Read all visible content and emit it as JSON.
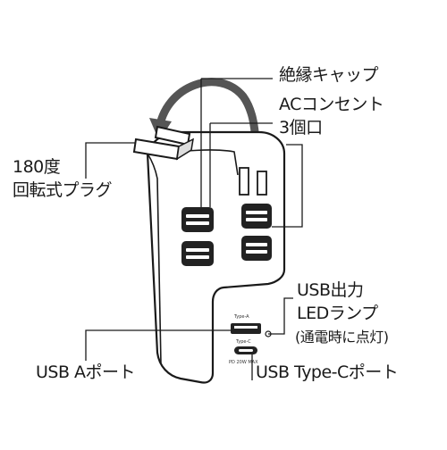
{
  "labels": {
    "cap": "絶縁キャップ",
    "ac_line1": "ACコンセント",
    "ac_line2": "3個口",
    "plug_line1": "180度",
    "plug_line2": "回転式プラグ",
    "usb_out": "USB出力",
    "led_lamp": "LEDランプ",
    "led_note": "(通電時に点灯)",
    "usb_a": "USB Aポート",
    "usb_c": "USB Type-Cポート"
  },
  "device_marks": {
    "type_a": "Type-A",
    "type_c": "Type-C",
    "pd": "PD 20W MAX"
  },
  "colors": {
    "line": "#1a1a1a",
    "body": "#ffffff",
    "socket": "#222222"
  }
}
